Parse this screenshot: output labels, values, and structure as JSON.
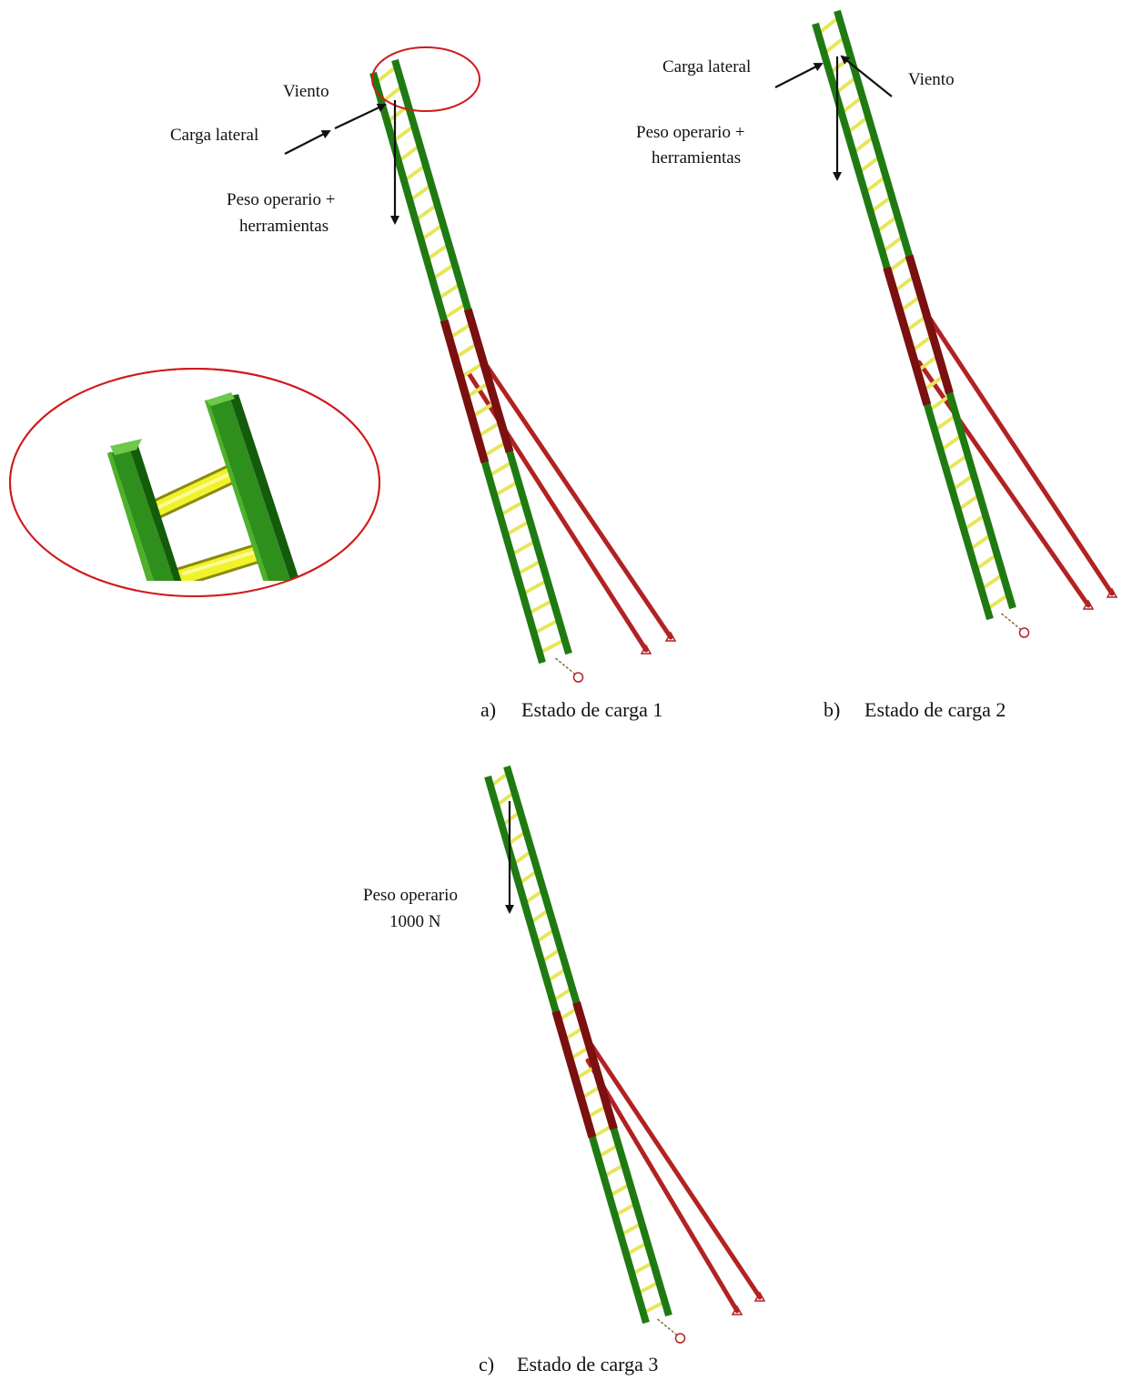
{
  "colors": {
    "rail": "#1f7a12",
    "rail_dark": "#0f4a08",
    "rung": "#e6e65a",
    "brace": "#b22222",
    "brace_dark": "#7a1010",
    "highlight": "#d11a1a",
    "arrow": "#111111"
  },
  "panels": [
    {
      "id": "a",
      "caption_letter": "a)",
      "caption_text": "Estado de carga 1",
      "labels": {
        "wind": "Viento",
        "lateral": "Carga lateral",
        "weight_1": "Peso operario +",
        "weight_2": "herramientas"
      }
    },
    {
      "id": "b",
      "caption_letter": "b)",
      "caption_text": "Estado de carga 2",
      "labels": {
        "lateral": "Carga lateral",
        "wind": "Viento",
        "weight_1": "Peso operario  +",
        "weight_2": "herramientas"
      }
    },
    {
      "id": "c",
      "caption_letter": "c)",
      "caption_text": "Estado de carga 3",
      "labels": {
        "weight_1": "Peso operario",
        "weight_2": "1000 N"
      }
    }
  ]
}
